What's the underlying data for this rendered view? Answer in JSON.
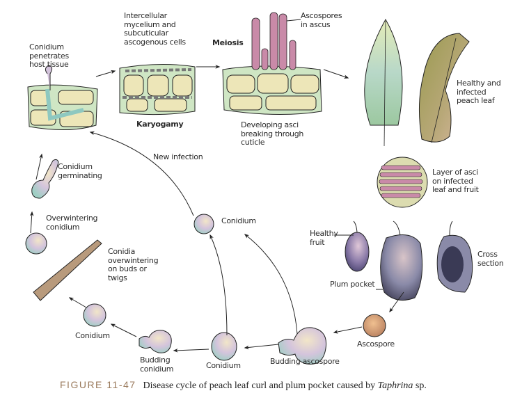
{
  "labels": {
    "conidium_penetrates": "Conidium\npenetrates\nhost tissue",
    "intercellular": "Intercellular\nmycelium and\nsubcuticular\nascogenous cells",
    "karyogamy": "Karyogamy",
    "meiosis": "Meiosis",
    "ascospores_in_ascus": "Ascospores\nin ascus",
    "developing_asci": "Developing asci\nbreaking through\ncuticle",
    "healthy_infected_leaf": "Healthy and\ninfected\npeach leaf",
    "layer_of_asci": "Layer of asci\non infected\nleaf and fruit",
    "healthy_fruit": "Healthy\nfruit",
    "plum_pocket": "Plum pocket",
    "cross_section": "Cross\nsection",
    "new_infection": "New infection",
    "conidium_center": "Conidium",
    "conidium_germinating": "Conidium\ngerminating",
    "overwintering_conidium": "Overwintering\nconidium",
    "conidia_overwintering": "Conidia\noverwintering\non buds or\ntwigs",
    "conidium_left": "Conidium",
    "budding_conidium": "Budding\nconidium",
    "conidium_bottom": "Conidium",
    "budding_ascospore": "Budding ascospore",
    "ascospore": "Ascospore"
  },
  "caption": {
    "figure_number": "FIGURE 11-47",
    "text": "Disease cycle of peach leaf curl and plum pocket caused by ",
    "genus": "Taphrina",
    "suffix": " sp."
  },
  "colors": {
    "tissue_green": "#cfe6c4",
    "cell_cream": "#ede6b8",
    "spore_lilac": "#d4c4dc",
    "spore_teal": "#9fcfc4",
    "ascus_pink": "#c98aa8",
    "plum_purple": "#8a7aa8",
    "ascospore_orange": "#d8a070",
    "figure_label": "#9a7a5c"
  }
}
